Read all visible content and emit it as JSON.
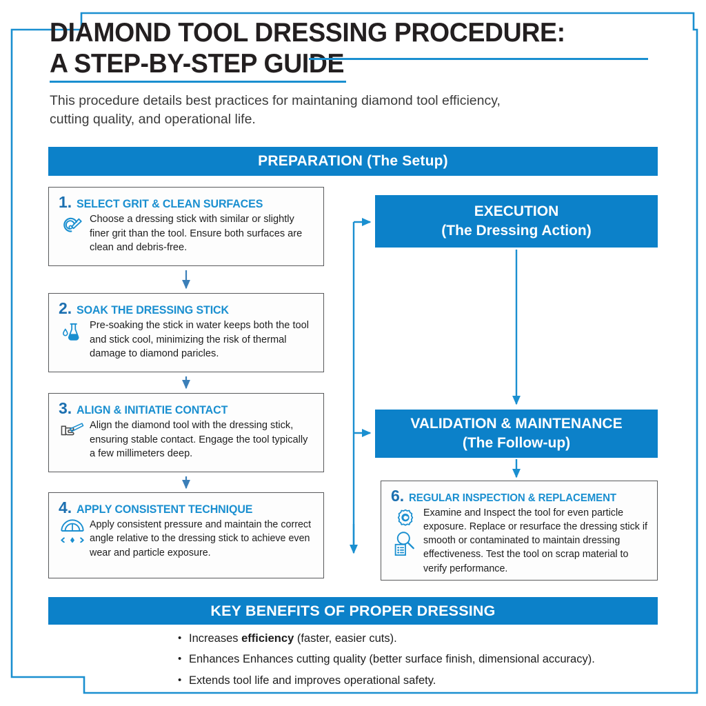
{
  "document": {
    "title_line1": "DIAMOND TOOL DRESSING PROCEDURE:",
    "title_line2": "A STEP-BY-STEP GUIDE",
    "subtitle": "This procedure details best practices for maintaning diamond tool efficiency, cutting quality, and operational life."
  },
  "colors": {
    "banner_blue": "#0c81c9",
    "accent_blue": "#1a8fd0",
    "number_blue": "#1b6fb0",
    "frame_blue": "#1a8fd0",
    "card_border": "#58595b",
    "body_text": "#1d1d1d",
    "heading_text": "#231f20"
  },
  "sections": {
    "preparation": {
      "banner_label": "PREPARATION (The Setup)"
    },
    "execution": {
      "banner_line1": "EXECUTION",
      "banner_line2": "(The Dressing Action)"
    },
    "validation": {
      "banner_line1": "VALIDATION & MAINTENANCE",
      "banner_line2": "(The Follow-up)"
    },
    "benefits": {
      "banner_label": "KEY BENEFITS OF PROPER DRESSING",
      "items": [
        {
          "bullet": "•",
          "lead": "Increases ",
          "emphasis": "efficiency",
          "tail": " (faster, easier cuts)."
        },
        {
          "bullet": "•",
          "lead": "Enhances Enhances cutting quality (better surface finish, dimensional accuracy).",
          "emphasis": "",
          "tail": ""
        },
        {
          "bullet": "•",
          "lead": "Extends tool life and improves operational safety.",
          "emphasis": "",
          "tail": ""
        }
      ]
    }
  },
  "steps": [
    {
      "number": "1.",
      "title": "SELECT GRIT & CLEAN SURFACES",
      "body": "Choose a dressing stick with similar or slightly finer grit than the tool. Ensure both surfaces are clean and debris-free.",
      "icon": "grinding-wheel-icon"
    },
    {
      "number": "2.",
      "title": "SOAK THE DRESSING STICK",
      "body": "Pre-soaking the stick in water keeps both the tool and stick cool, minimizing the risk of thermal damage to diamond paricles.",
      "icon": "water-flask-droplet-icon"
    },
    {
      "number": "3.",
      "title": "ALIGN & INITIATIE CONTACT",
      "body": "Align the diamond tool with the dressing stick, ensuring stable contact. Engage the tool typically a few millimeters deep.",
      "icon": "pointing-hand-icon"
    },
    {
      "number": "4.",
      "title": "APPLY CONSISTENT TECHNIQUE",
      "body": "Apply consistent pressure and maintain the correct angle relative to the dressing stick to achieve even wear and particle exposure.",
      "icon": "protractor-angle-icon"
    },
    {
      "number": "6.",
      "title": "REGULAR INSPECTION & REPLACEMENT",
      "body": "Examine and Inspect the tool for even particle exposure. Replace or resurface the dressing stick if smooth or contaminated to maintain dressing effectiveness. Test the tool on scrap material to verify performance.",
      "icon": "gear-check-icon",
      "icon_secondary": "magnifier-checklist-icon"
    }
  ]
}
